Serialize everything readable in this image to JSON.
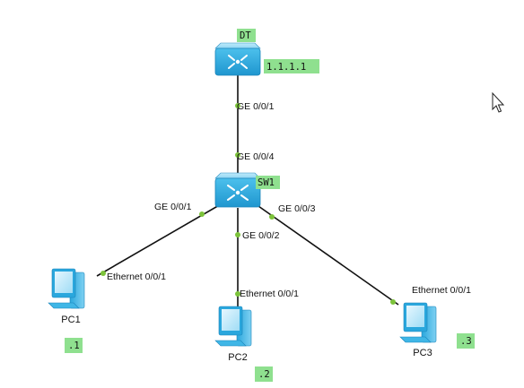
{
  "devices": {
    "dt": {
      "type": "router"
    },
    "sw1": {
      "type": "switch"
    },
    "pc1": {
      "label": "PC1"
    },
    "pc2": {
      "label": "PC2"
    },
    "pc3": {
      "label": "PC3"
    }
  },
  "links": [
    {
      "a": "dt",
      "a_port": "GE 0/0/1",
      "b": "sw1",
      "b_port": "GE 0/0/4"
    },
    {
      "a": "sw1",
      "a_port": "GE 0/0/1",
      "b": "pc1",
      "b_port": "Ethernet 0/0/1"
    },
    {
      "a": "sw1",
      "a_port": "GE 0/0/2",
      "b": "pc2",
      "b_port": "Ethernet 0/0/1"
    },
    {
      "a": "sw1",
      "a_port": "GE 0/0/3",
      "b": "pc3",
      "b_port": "Ethernet 0/0/1"
    }
  ],
  "notes": {
    "dt_name": "DT",
    "dt_ip": "1.1.1.1",
    "sw_name": "SW1",
    "pc1_ip": ".1",
    "pc2_ip": ".2",
    "pc3_ip": ".3"
  },
  "colors": {
    "note_bg": "#8fe08f",
    "port_dot": "#7cc33a",
    "device_blue": "#3fb6e6"
  }
}
